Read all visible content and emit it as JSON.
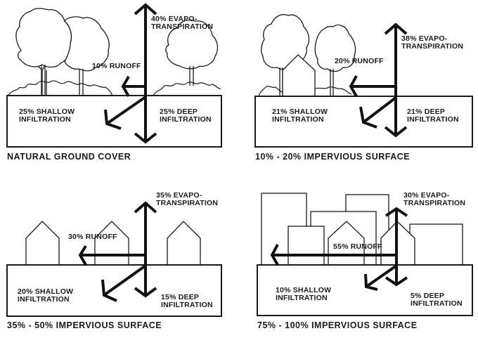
{
  "title": "Relationship between impervious cover and surface runoff",
  "panels": [
    {
      "caption": "NATURAL GROUND COVER",
      "evapotranspiration": {
        "line1": "40% EVAPO-",
        "line2": "TRANSPIRATION"
      },
      "runoff": "10% RUNOFF",
      "shallow": {
        "line1": "25% SHALLOW",
        "line2": "INFILTRATION"
      },
      "deep": {
        "line1": "25% DEEP",
        "line2": "INFILTRATION"
      }
    },
    {
      "caption": "10% - 20% IMPERVIOUS SURFACE",
      "evapotranspiration": {
        "line1": "38% EVAPO-",
        "line2": "TRANSPIRATION"
      },
      "runoff": "20% RUNOFF",
      "shallow": {
        "line1": "21% SHALLOW",
        "line2": "INFILTRATION"
      },
      "deep": {
        "line1": "21% DEEP",
        "line2": "INFILTRATION"
      }
    },
    {
      "caption": "35% - 50% IMPERVIOUS SURFACE",
      "evapotranspiration": {
        "line1": "35% EVAPO-",
        "line2": "TRANSPIRATION"
      },
      "runoff": "30% RUNOFF",
      "shallow": {
        "line1": "20% SHALLOW",
        "line2": "INFILTRATION"
      },
      "deep": {
        "line1": "15% DEEP",
        "line2": "INFILTRATION"
      }
    },
    {
      "caption": "75% - 100% IMPERVIOUS SURFACE",
      "evapotranspiration": {
        "line1": "30% EVAPO-",
        "line2": "TRANSPIRATION"
      },
      "runoff": "55% RUNOFF",
      "shallow": {
        "line1": "10% SHALLOW",
        "line2": "INFILTRATION"
      },
      "deep": {
        "line1": "5% DEEP",
        "line2": "INFILTRATION"
      }
    }
  ],
  "chart_data": {
    "type": "table",
    "title": "",
    "categories": [
      "Natural ground cover",
      "10%-20% impervious surface",
      "35%-50% impervious surface",
      "75%-100% impervious surface"
    ],
    "series": [
      {
        "name": "Evapotranspiration (%)",
        "values": [
          40,
          38,
          35,
          30
        ]
      },
      {
        "name": "Runoff (%)",
        "values": [
          10,
          20,
          30,
          55
        ]
      },
      {
        "name": "Shallow infiltration (%)",
        "values": [
          25,
          21,
          20,
          10
        ]
      },
      {
        "name": "Deep infiltration (%)",
        "values": [
          25,
          21,
          15,
          5
        ]
      }
    ]
  }
}
